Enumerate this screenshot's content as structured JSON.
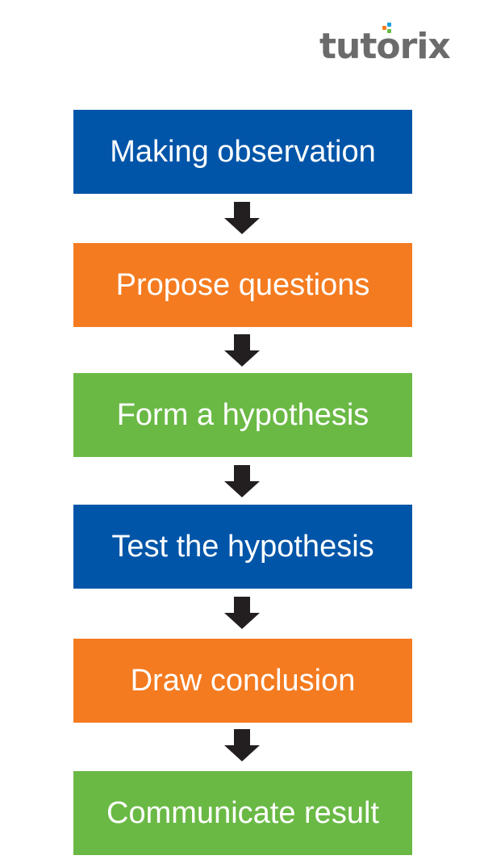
{
  "logo": {
    "text": "tutorix"
  },
  "colors": {
    "blue": "#0055a8",
    "orange": "#f47b20",
    "green": "#6ab945",
    "arrow": "#231f20"
  },
  "steps": [
    {
      "label": "Making observation",
      "color": "blue"
    },
    {
      "label": "Propose questions",
      "color": "orange"
    },
    {
      "label": "Form a hypothesis",
      "color": "green"
    },
    {
      "label": "Test the hypothesis",
      "color": "blue"
    },
    {
      "label": "Draw conclusion",
      "color": "orange"
    },
    {
      "label": "Communicate result",
      "color": "green"
    }
  ],
  "connector_icon": "arrow-down-icon"
}
